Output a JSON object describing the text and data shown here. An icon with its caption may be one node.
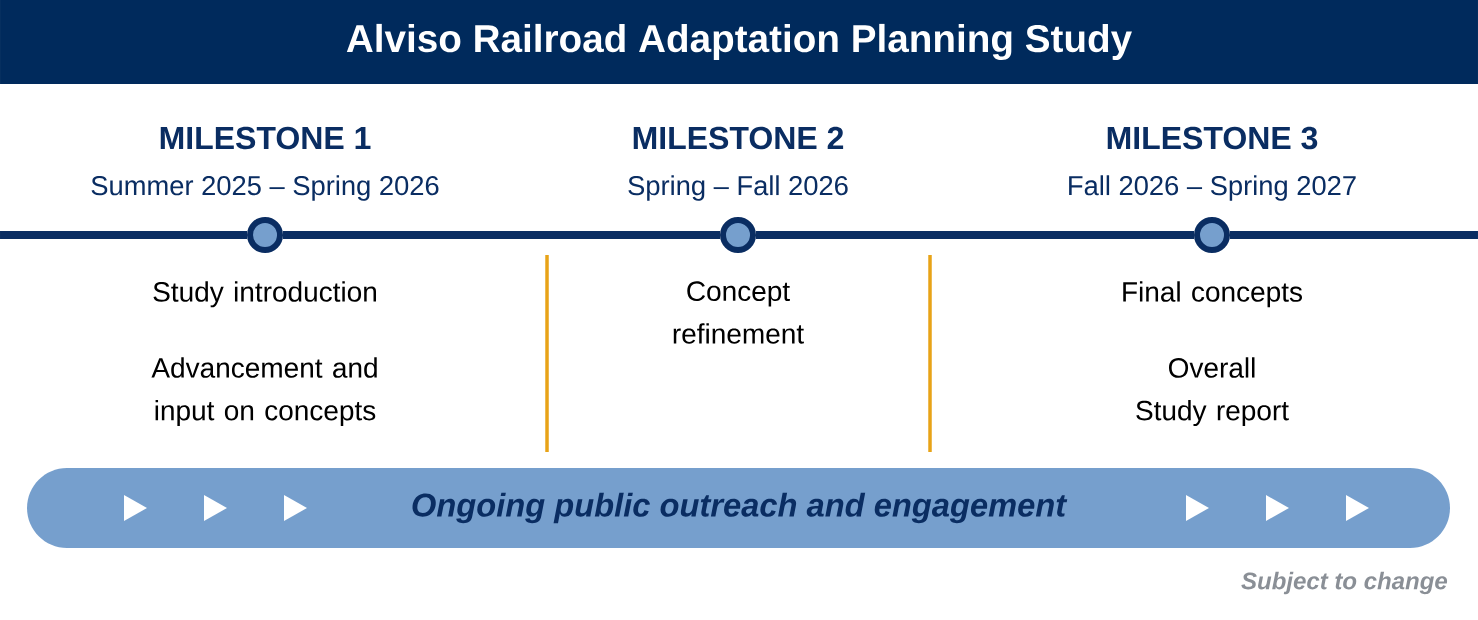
{
  "diagram": {
    "title": "Alviso Railroad Adaptation Planning Study",
    "nodes": [
      {
        "text": [],
        "shape": "circle",
        "beside": [
          "MILESTONE 1",
          "Summer 2025 – Spring 2026",
          "Study introduction",
          "Advancement and input on concepts"
        ]
      },
      {
        "text": [],
        "shape": "circle",
        "beside": [
          "MILESTONE 2",
          "Spring – Fall 2026",
          "Concept refinement"
        ]
      },
      {
        "text": [],
        "shape": "circle",
        "beside": [
          "MILESTONE 3",
          "Fall 2026 – Spring 2027",
          "Final concepts",
          "Overall Study report"
        ]
      },
      {
        "text": [
          "Ongoing public outreach and engagement"
        ]
      }
    ],
    "edges": [
      {
        "from": null,
        "to": 0,
        "arrow": "none"
      },
      {
        "from": 0,
        "to": 1,
        "arrow": "none"
      },
      {
        "from": 1,
        "to": 2,
        "arrow": "none"
      },
      {
        "from": 2,
        "to": null,
        "arrow": "none"
      }
    ],
    "labels": [
      "Subject to change"
    ]
  }
}
